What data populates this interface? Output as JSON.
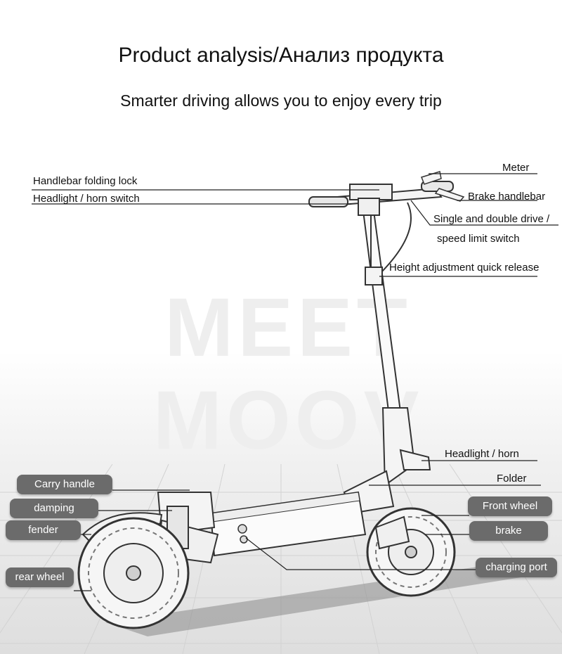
{
  "header": {
    "title": "Product analysis/Анализ продукта",
    "subtitle": "Smarter driving allows you to enjoy every trip"
  },
  "watermark": {
    "line1": "MEET",
    "line2": "MOOV"
  },
  "labels": {
    "handlebar_folding_lock": "Handlebar folding lock",
    "headlight_horn_switch": "Headlight / horn switch",
    "meter": "Meter",
    "brake_handlebar": "Brake handlebar",
    "drive_switch_line1": "Single and double drive /",
    "drive_switch_line2": "speed limit switch",
    "height_adjustment": "Height adjustment quick release",
    "headlight_horn": "Headlight / horn",
    "folder": "Folder"
  },
  "pills": {
    "carry_handle": "Carry handle",
    "damping": "damping",
    "fender": "fender",
    "rear_wheel": "rear wheel",
    "front_wheel": "Front wheel",
    "brake": "brake",
    "charging_port": "charging port"
  },
  "colors": {
    "pill_bg": "#6b6b6b",
    "line": "#222222"
  }
}
